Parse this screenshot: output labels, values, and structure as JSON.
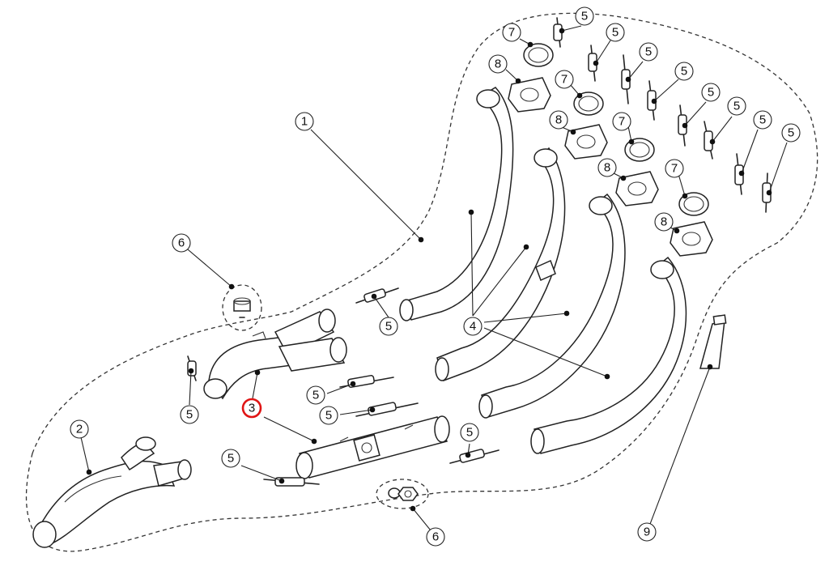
{
  "diagram": {
    "callouts": {
      "c1": "1",
      "c2": "2",
      "c3": "3",
      "c4": "4",
      "c5": "5",
      "c6": "6",
      "c7": "7",
      "c8": "8",
      "c9": "9"
    },
    "highlighted_part": "3",
    "highlight_color": "#e01414"
  }
}
